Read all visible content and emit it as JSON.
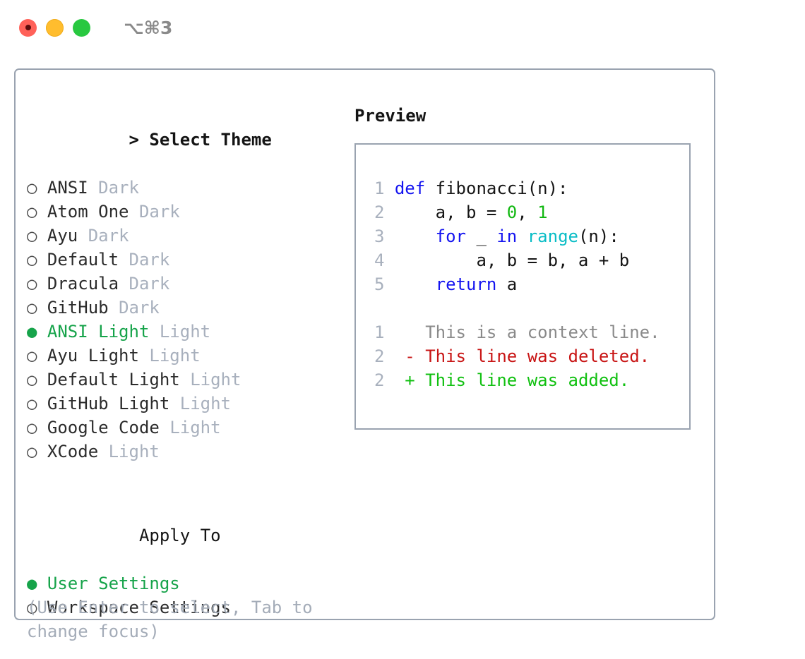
{
  "titlebar": {
    "shortcut": "⌥⌘3",
    "buttons": [
      {
        "name": "close",
        "color": "#ff6159"
      },
      {
        "name": "minimize",
        "color": "#ffbd2e"
      },
      {
        "name": "maximize",
        "color": "#28c840"
      }
    ]
  },
  "colors": {
    "accent_green": "#16a34a",
    "border": "#9aa3b0",
    "muted": "#a8b0bd",
    "text": "#2b2b2b",
    "keyword_blue": "#1414f0",
    "function_cyan": "#0abdc6",
    "number_green": "#12b812",
    "diff_delete": "#c81414",
    "diff_add": "#10c010",
    "diff_context": "#8a8a8a"
  },
  "theme_section": {
    "caret": ">",
    "title": "Select Theme",
    "focused": true,
    "marker_selected": "●",
    "marker_unselected": "○",
    "items": [
      {
        "name": "ANSI",
        "category": "Dark",
        "selected": false
      },
      {
        "name": "Atom One",
        "category": "Dark",
        "selected": false
      },
      {
        "name": "Ayu",
        "category": "Dark",
        "selected": false
      },
      {
        "name": "Default",
        "category": "Dark",
        "selected": false
      },
      {
        "name": "Dracula",
        "category": "Dark",
        "selected": false
      },
      {
        "name": "GitHub",
        "category": "Dark",
        "selected": false
      },
      {
        "name": "ANSI Light",
        "category": "Light",
        "selected": true
      },
      {
        "name": "Ayu Light",
        "category": "Light",
        "selected": false
      },
      {
        "name": "Default Light",
        "category": "Light",
        "selected": false
      },
      {
        "name": "GitHub Light",
        "category": "Light",
        "selected": false
      },
      {
        "name": "Google Code",
        "category": "Light",
        "selected": false
      },
      {
        "name": "XCode",
        "category": "Light",
        "selected": false
      }
    ]
  },
  "apply_section": {
    "title": "Apply To",
    "focused": false,
    "items": [
      {
        "name": "User Settings",
        "selected": true
      },
      {
        "name": "Workspace Settings",
        "selected": false
      }
    ]
  },
  "hint": "(Use Enter to select, Tab to change focus)",
  "preview": {
    "title": "Preview",
    "code_lines": [
      {
        "number": "1",
        "tokens": [
          {
            "t": "def",
            "c": "kw"
          },
          {
            "t": " ",
            "c": "punc"
          },
          {
            "t": "fibonacci",
            "c": "id"
          },
          {
            "t": "(n):",
            "c": "punc"
          }
        ]
      },
      {
        "number": "2",
        "tokens": [
          {
            "t": "    a, b = ",
            "c": "id"
          },
          {
            "t": "0",
            "c": "num"
          },
          {
            "t": ", ",
            "c": "punc"
          },
          {
            "t": "1",
            "c": "num"
          }
        ]
      },
      {
        "number": "3",
        "tokens": [
          {
            "t": "    ",
            "c": "punc"
          },
          {
            "t": "for",
            "c": "kw"
          },
          {
            "t": " _ ",
            "c": "id"
          },
          {
            "t": "in",
            "c": "kw"
          },
          {
            "t": " ",
            "c": "punc"
          },
          {
            "t": "range",
            "c": "fn"
          },
          {
            "t": "(n):",
            "c": "punc"
          }
        ]
      },
      {
        "number": "4",
        "tokens": [
          {
            "t": "        a, b = b, a + b",
            "c": "id"
          }
        ]
      },
      {
        "number": "5",
        "tokens": [
          {
            "t": "    ",
            "c": "punc"
          },
          {
            "t": "return",
            "c": "kw"
          },
          {
            "t": " a",
            "c": "id"
          }
        ]
      }
    ],
    "diff_lines": [
      {
        "number": "1",
        "sign": " ",
        "text": "This is a context line.",
        "kind": "ctx"
      },
      {
        "number": "2",
        "sign": "-",
        "text": "This line was deleted.",
        "kind": "del"
      },
      {
        "number": "2",
        "sign": "+",
        "text": "This line was added.",
        "kind": "add"
      }
    ]
  }
}
